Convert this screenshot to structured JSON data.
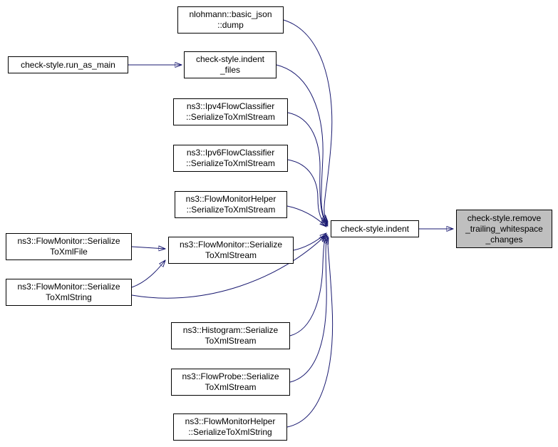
{
  "diagram": {
    "type": "call-graph",
    "edge_color": "#191970",
    "node_fill": "#ffffff",
    "node_border_color": "#000000",
    "highlight_fill": "#bfbfbf",
    "highlighted_node": "remove_trailing"
  },
  "nodes": [
    {
      "id": "dump",
      "label": "nlohmann::basic_json\n::dump"
    },
    {
      "id": "run_as_main",
      "label": "check-style.run_as_main"
    },
    {
      "id": "indent_files",
      "label": "check-style.indent\n_files"
    },
    {
      "id": "ipv4_stream",
      "label": "ns3::Ipv4FlowClassifier\n::SerializeToXmlStream"
    },
    {
      "id": "ipv6_stream",
      "label": "ns3::Ipv6FlowClassifier\n::SerializeToXmlStream"
    },
    {
      "id": "helper_stream",
      "label": "ns3::FlowMonitorHelper\n::SerializeToXmlStream"
    },
    {
      "id": "indent",
      "label": "check-style.indent"
    },
    {
      "id": "remove_trailing",
      "label": "check-style.remove\n_trailing_whitespace\n_changes"
    },
    {
      "id": "to_xml_file",
      "label": "ns3::FlowMonitor::Serialize\nToXmlFile"
    },
    {
      "id": "to_xml_stream",
      "label": "ns3::FlowMonitor::Serialize\nToXmlStream"
    },
    {
      "id": "to_xml_string",
      "label": "ns3::FlowMonitor::Serialize\nToXmlString"
    },
    {
      "id": "histogram_stream",
      "label": "ns3::Histogram::Serialize\nToXmlStream"
    },
    {
      "id": "probe_stream",
      "label": "ns3::FlowProbe::Serialize\nToXmlStream"
    },
    {
      "id": "helper_string",
      "label": "ns3::FlowMonitorHelper\n::SerializeToXmlString"
    }
  ],
  "edges": [
    {
      "from": "dump",
      "to": "indent"
    },
    {
      "from": "run_as_main",
      "to": "indent_files"
    },
    {
      "from": "indent_files",
      "to": "indent"
    },
    {
      "from": "ipv4_stream",
      "to": "indent"
    },
    {
      "from": "ipv6_stream",
      "to": "indent"
    },
    {
      "from": "helper_stream",
      "to": "indent"
    },
    {
      "from": "to_xml_file",
      "to": "to_xml_stream"
    },
    {
      "from": "to_xml_string",
      "to": "to_xml_stream"
    },
    {
      "from": "to_xml_stream",
      "to": "indent"
    },
    {
      "from": "to_xml_string",
      "to": "indent"
    },
    {
      "from": "histogram_stream",
      "to": "indent"
    },
    {
      "from": "probe_stream",
      "to": "indent"
    },
    {
      "from": "helper_string",
      "to": "indent"
    },
    {
      "from": "indent",
      "to": "remove_trailing"
    }
  ]
}
